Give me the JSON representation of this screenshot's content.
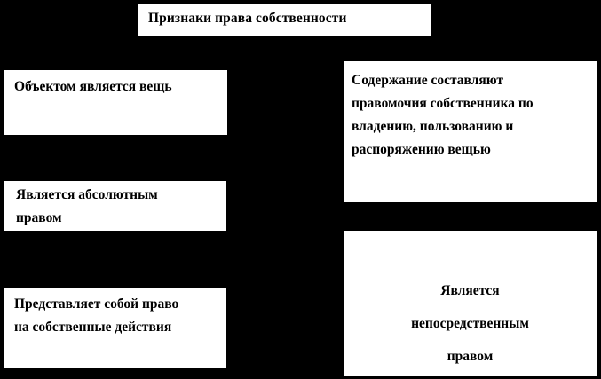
{
  "diagram": {
    "title_text": "Признаки права собственности",
    "background_color": "#000000",
    "box_fill_color": "#ffffff",
    "text_color": "#000000",
    "nodes": {
      "title": {
        "label": "Признаки права собственности"
      },
      "object_is_thing": {
        "label": "Объектом является вещь"
      },
      "absolute_right": {
        "label": "Является абсолютным\nправом"
      },
      "own_actions_right": {
        "label": "Представляет собой право\nна собственные действия"
      },
      "content_powers": {
        "label": "Содержание составляют\nправомочия собственника по\nвладению, пользованию и\nраспоряжению вещью"
      },
      "direct_right": {
        "label": "Является\nнепосредственным\nправом"
      }
    }
  }
}
